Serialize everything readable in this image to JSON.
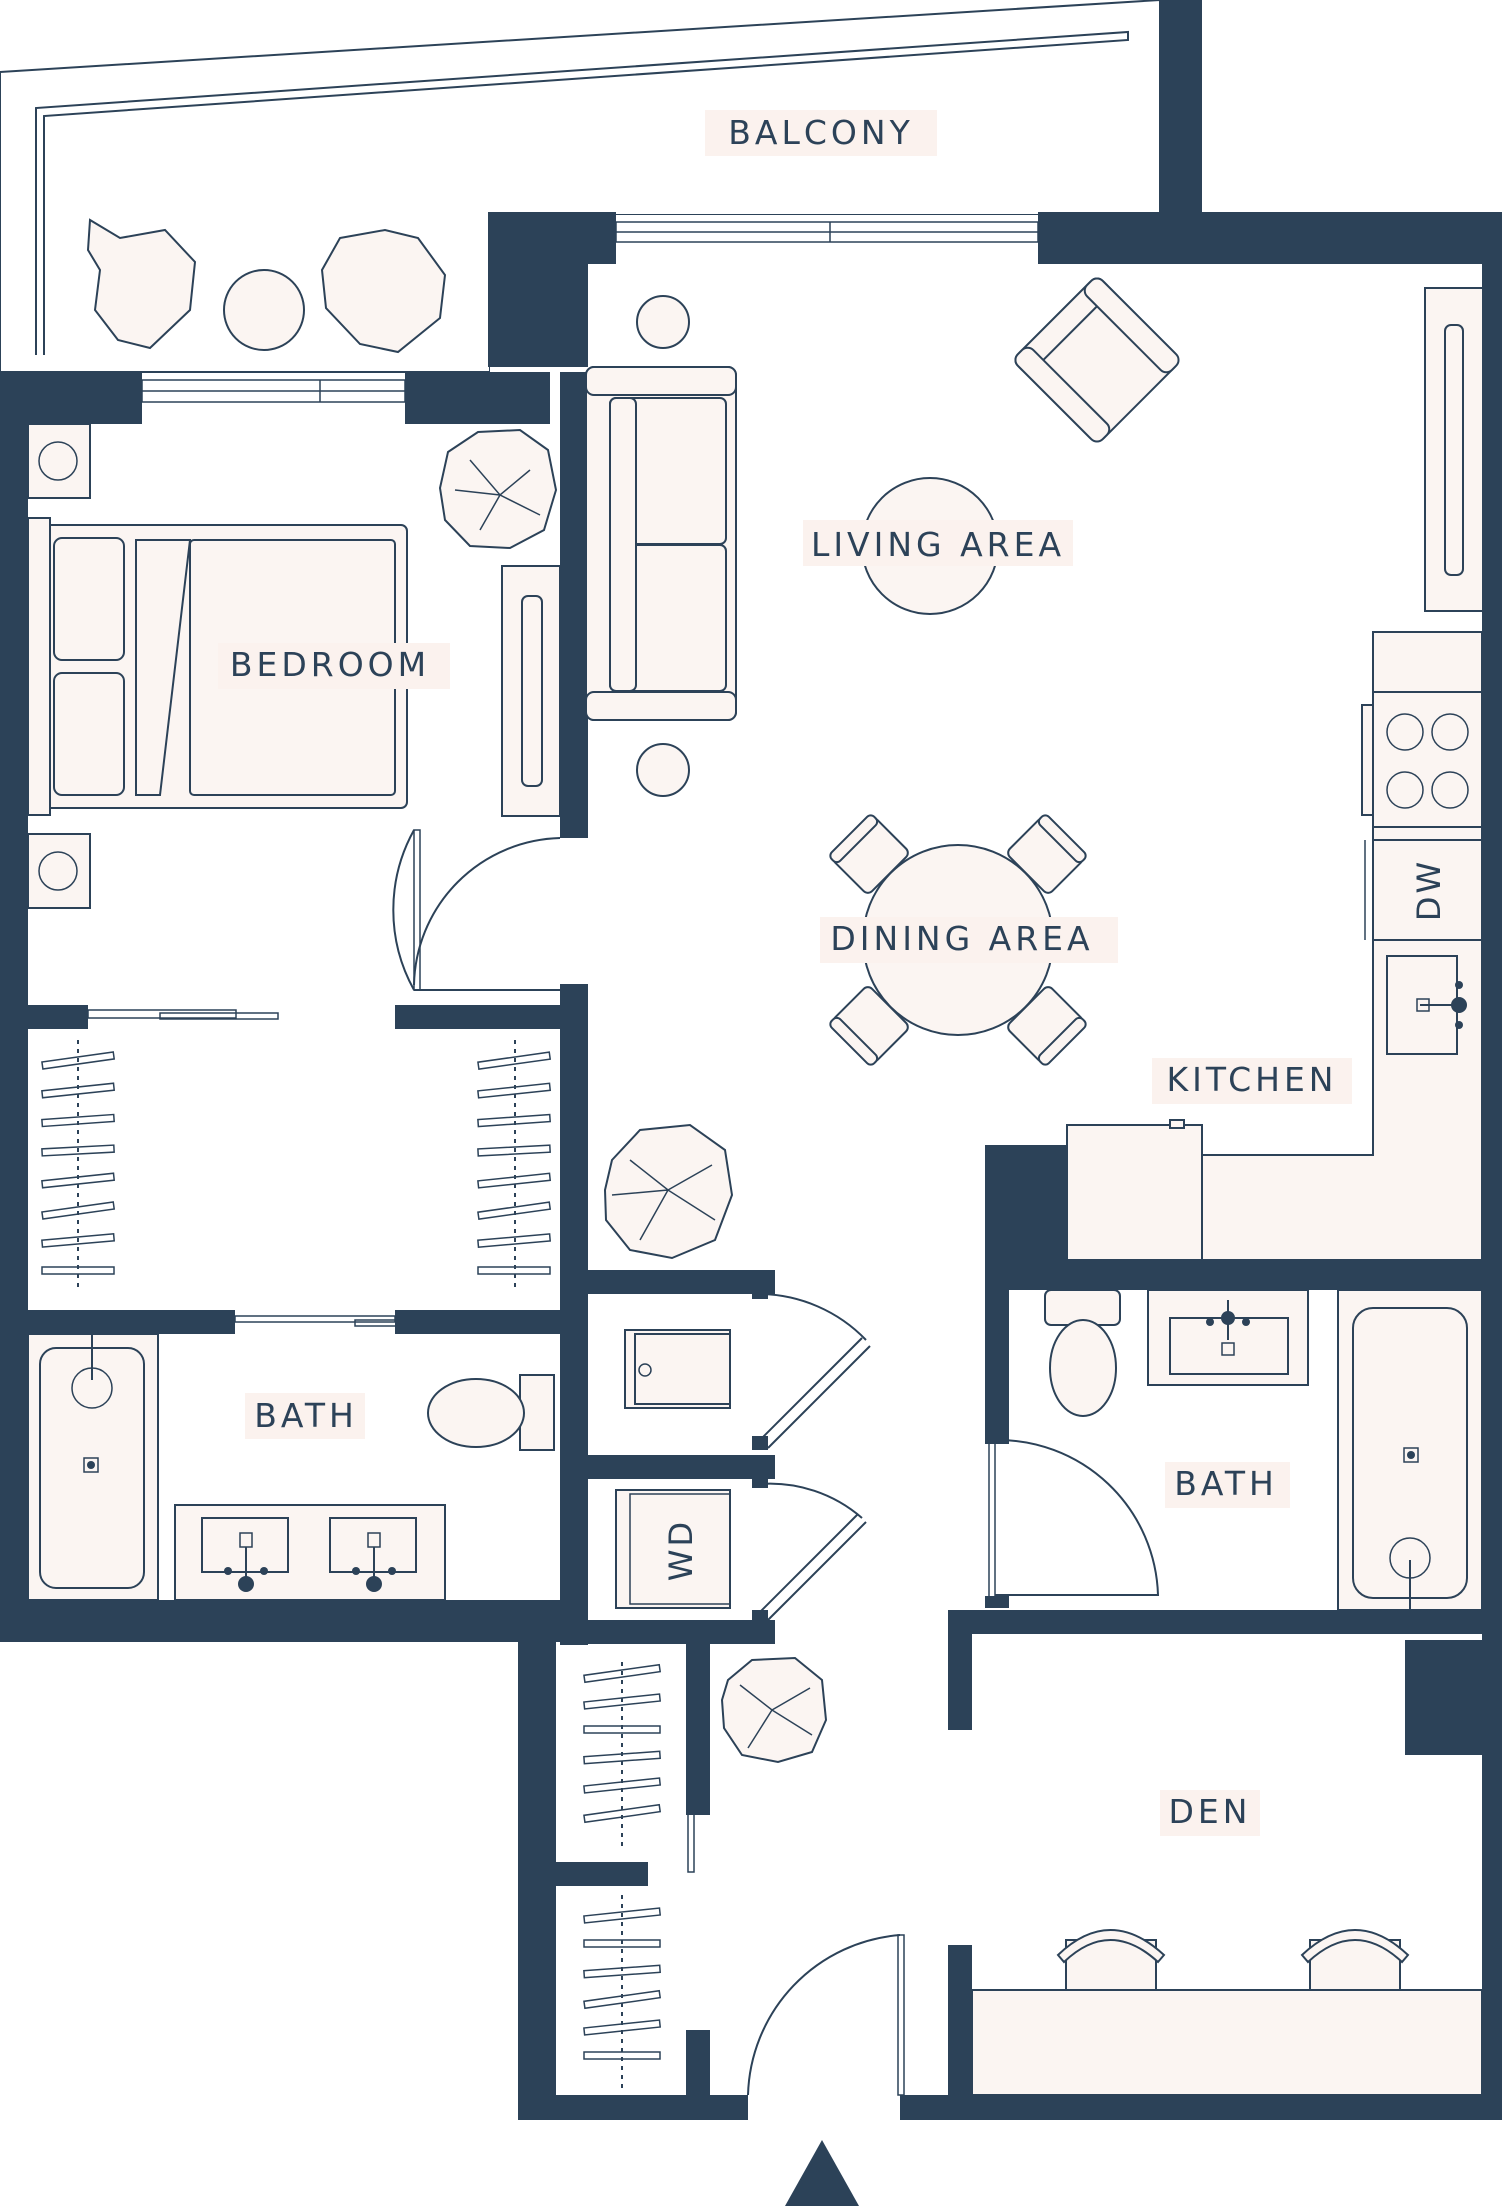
{
  "rooms": {
    "balcony": "BALCONY",
    "living": "LIVING AREA",
    "bedroom": "BEDROOM",
    "dining": "DINING AREA",
    "kitchen": "KITCHEN",
    "bath_left": "BATH",
    "bath_right": "BATH",
    "den": "DEN"
  },
  "appliances": {
    "dishwasher": "DW",
    "washer_dryer": "WD"
  },
  "colors": {
    "wall": "#2c4258",
    "furniture_fill": "#fbf5f2",
    "label_background": "#fbf2ee"
  },
  "icons": {
    "entry": "entry-arrow-icon"
  }
}
